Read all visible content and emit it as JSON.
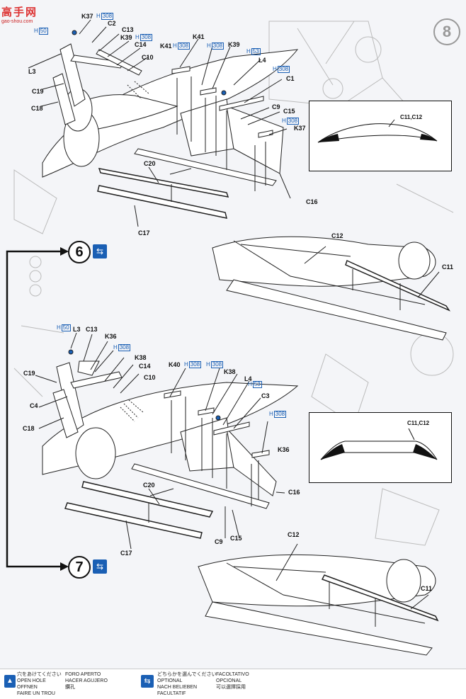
{
  "watermark": {
    "cn": "高手网",
    "url": "gao-shou.com"
  },
  "step_labels": {
    "step6": "6",
    "step7": "7",
    "bg_step": "8"
  },
  "top": {
    "labels": {
      "K37": "K37",
      "C2": "C2",
      "C13": "C13",
      "K39": "K39",
      "C14": "C14",
      "K41a": "K41",
      "C10": "C10",
      "L3": "L3",
      "C19": "C19",
      "C18": "C18",
      "K41b": "K41",
      "K39b": "K39",
      "L4": "L4",
      "C1": "C1",
      "C9": "C9",
      "C15": "C15",
      "K37b": "K37",
      "C20": "C20",
      "C17": "C17",
      "C16": "C16",
      "C12": "C12",
      "C11": "C11"
    },
    "hboxes": {
      "h1": "H",
      "h1v": "50",
      "h2": "H",
      "h2v": "308",
      "h3": "H",
      "h3v": "308",
      "h4": "H",
      "h4v": "308",
      "h5": "H",
      "h5v": "308",
      "h6": "H",
      "h6v": "53",
      "h7": "H",
      "h7v": "308",
      "h8": "H",
      "h8v": "308"
    },
    "inset_label": "C11,C12"
  },
  "bottom": {
    "labels": {
      "L3": "L3",
      "C13": "C13",
      "K36": "K36",
      "C19": "C19",
      "C4": "C4",
      "C18": "C18",
      "K38": "K38",
      "C14": "C14",
      "C10": "C10",
      "K40": "K40",
      "K38b": "K38",
      "L4": "L4",
      "C3": "C3",
      "K36b": "K36",
      "C20": "C20",
      "C16": "C16",
      "C17": "C17",
      "C9": "C9",
      "C15": "C15",
      "C12": "C12",
      "C11": "C11"
    },
    "hboxes": {
      "h1": "H",
      "h1v": "50",
      "h2": "H",
      "h2v": "308",
      "h3": "H",
      "h3v": "308",
      "h4": "H",
      "h4v": "308",
      "h5": "H",
      "h5v": "53",
      "h6": "H",
      "h6v": "308"
    },
    "inset_label": "C11,C12"
  },
  "legend": {
    "open_hole": [
      "穴をあけてください",
      "OPEN HOLE",
      "OFFNEN",
      "FAIRE UN TROU"
    ],
    "open_hole_2": [
      "FORO APERTO",
      "HACER AGUJERO",
      "鑽孔"
    ],
    "optional": [
      "どちらかを選んでください",
      "OPTIONAL",
      "NACH BELIEBEN",
      "FACULTATIF"
    ],
    "optional_2": [
      "FACOLTATIVO",
      "OPCIONAL",
      "可以選擇採用"
    ]
  }
}
